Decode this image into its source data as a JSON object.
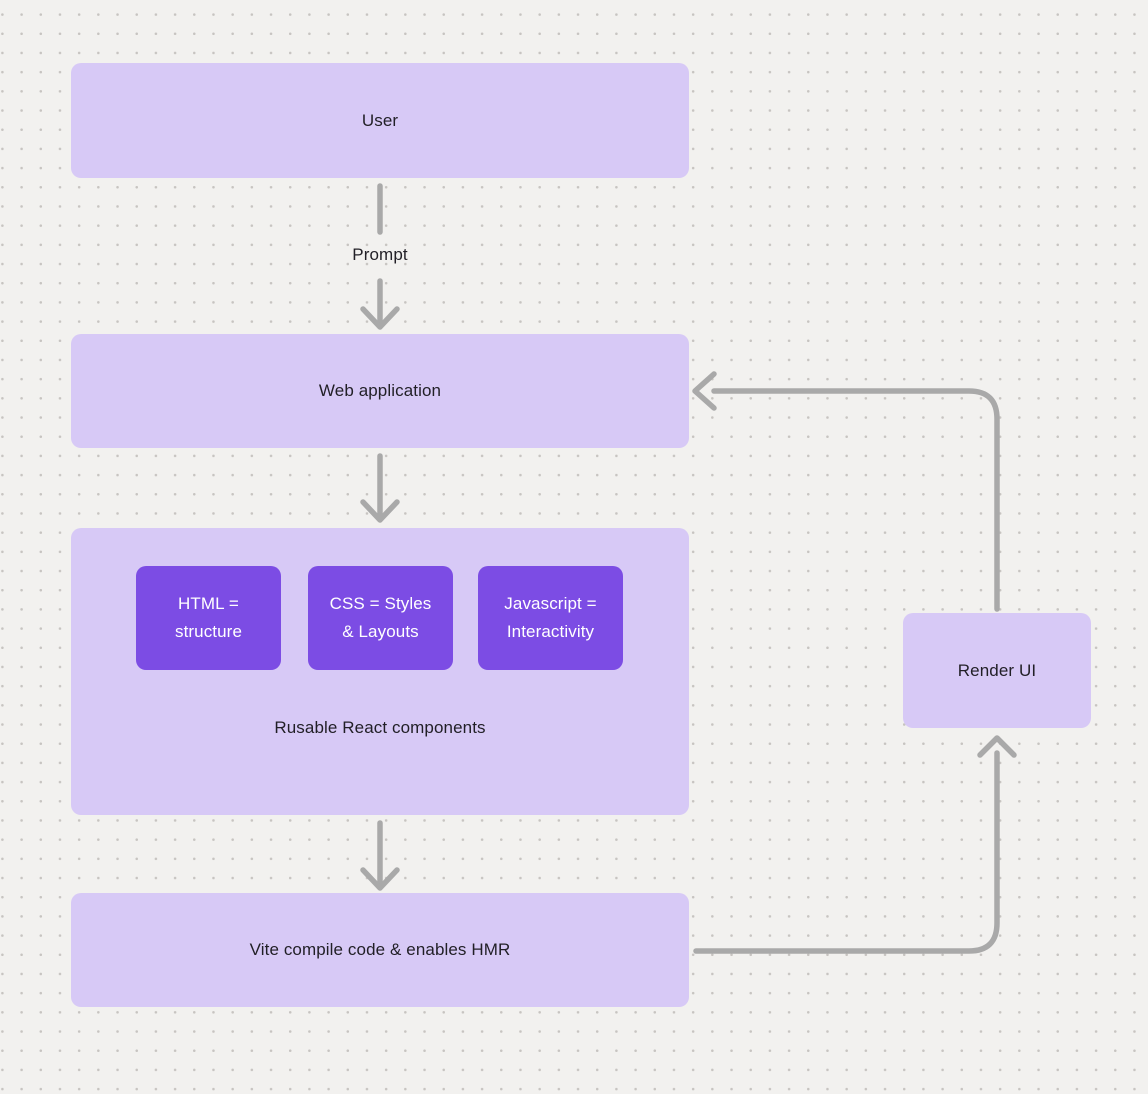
{
  "diagram": {
    "title": "React web app flow diagram",
    "colors": {
      "background": "#f2f1ef",
      "dot_grid": "#c7c4c1",
      "node_fill": "#d7c9f6",
      "chip_fill": "#7c4ce4",
      "arrow": "#a9a9a9",
      "text_dark": "#211f26",
      "text_light": "#ffffff"
    },
    "nodes": {
      "user": {
        "label": "User"
      },
      "web_application": {
        "label": "Web application"
      },
      "components": {
        "caption": "Rusable React components",
        "chips": [
          {
            "label": "HTML =\nstructure"
          },
          {
            "label": "CSS = Styles\n& Layouts"
          },
          {
            "label": "Javascript =\nInteractivity"
          }
        ]
      },
      "vite": {
        "label": "Vite compile code & enables HMR"
      },
      "render_ui": {
        "label": "Render UI"
      }
    },
    "edges": {
      "user_to_webapp": {
        "label": "Prompt"
      },
      "webapp_to_components": {
        "label": ""
      },
      "components_to_vite": {
        "label": ""
      },
      "vite_to_render_ui": {
        "label": ""
      },
      "render_ui_to_webapp": {
        "label": ""
      }
    }
  }
}
